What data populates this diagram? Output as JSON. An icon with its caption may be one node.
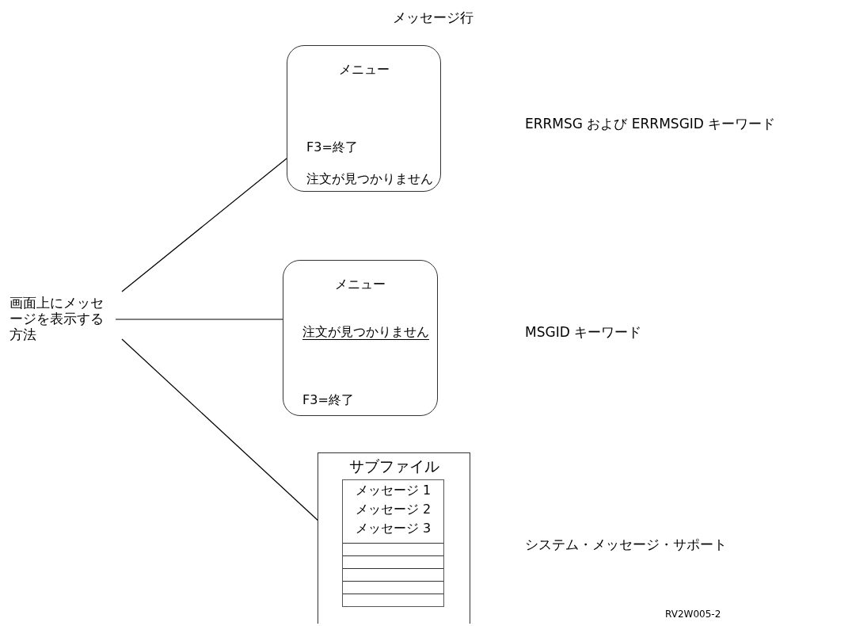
{
  "diagram": {
    "nodes": [
      {
        "text": [
          "画面上にメッセージを表示する方法"
        ]
      },
      {
        "text": [
          "メニュー",
          "F3=終了",
          "注文が見つかりません"
        ]
      },
      {
        "text": [
          "メニュー",
          "注文が見つかりません",
          "F3=終了"
        ]
      },
      {
        "text": [
          "サブファイル"
        ]
      },
      {
        "text": [
          "メッセージ 1",
          "メッセージ 2",
          "メッセージ 3"
        ],
        "in": 3
      }
    ],
    "edges": [
      {
        "from": 0,
        "to": 1,
        "arrow": "none"
      },
      {
        "from": 0,
        "to": 2,
        "arrow": "none"
      },
      {
        "from": 0,
        "to": 4,
        "arrow": "none"
      }
    ],
    "labels": [
      "メッセージ行",
      "ERRMSG および ERRMSGID キーワード",
      "MSGID キーワード",
      "システム・メッセージ・サポート",
      "RV2W005-2"
    ]
  }
}
